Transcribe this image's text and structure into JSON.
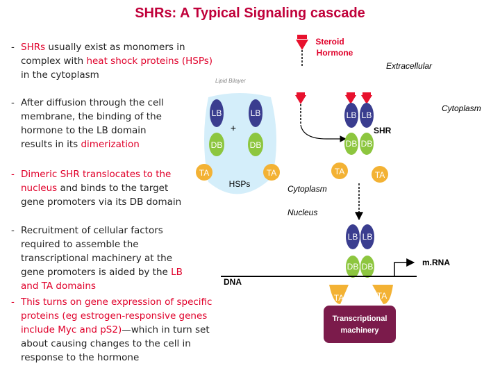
{
  "title": "SHRs: A Typical Signaling cascade",
  "bullets": {
    "b1": {
      "dash": "-",
      "p1": "SHRs",
      "p2": " usually exist as monomers in complex with ",
      "p3": "heat shock proteins (HSPs)",
      "p4": " in the cytoplasm"
    },
    "b2": {
      "dash": "-",
      "p1": "After diffusion through the cell membrane, the binding of the hormone to the LB domain results in its ",
      "p2": "dimerization"
    },
    "b3": {
      "dash": "-",
      "p1": "Dimeric SHR translocates to the ",
      "p2": "nucleus",
      "p3": " and binds to the target gene promoters via its DB domain"
    },
    "b4": {
      "dash": "-",
      "p1": "Recruitment of cellular factors required to assemble the transcriptional machinery at the gene promoters is aided by the ",
      "p2": "LB and TA domains"
    },
    "b5": {
      "dash": "-",
      "p1": "This turns on gene expression of specific proteins (eg estrogen-responsive genes include Myc and pS2)",
      "p2": "—which in turn set about causing changes to the cell in response to the hormone"
    }
  },
  "diagram": {
    "steroid_line1": "Steroid",
    "steroid_line2": "Hormone",
    "extracellular": "Extracellular",
    "membrane_label": "Lipid Bilayer",
    "cytoplasm_top": "Cytoplasm",
    "cytoplasm_mid": "Cytoplasm",
    "nucleus": "Nucleus",
    "lb": "LB",
    "db": "DB",
    "ta": "TA",
    "plus": "+",
    "hsps": "HSPs",
    "shr": "SHR",
    "dna": "DNA",
    "mrna": "m.RNA",
    "tm_line1": "Transcriptional",
    "tm_line2": "machinery"
  },
  "colors": {
    "title": "#c0003a",
    "highlight": "#e0002a",
    "lb_domain": "#3a3d8f",
    "db_domain": "#8dc63f",
    "ta_domain": "#f3b234",
    "hormone": "#e8112d",
    "hsp_blob": "#d4eefa",
    "machinery": "#7b1b4b"
  }
}
